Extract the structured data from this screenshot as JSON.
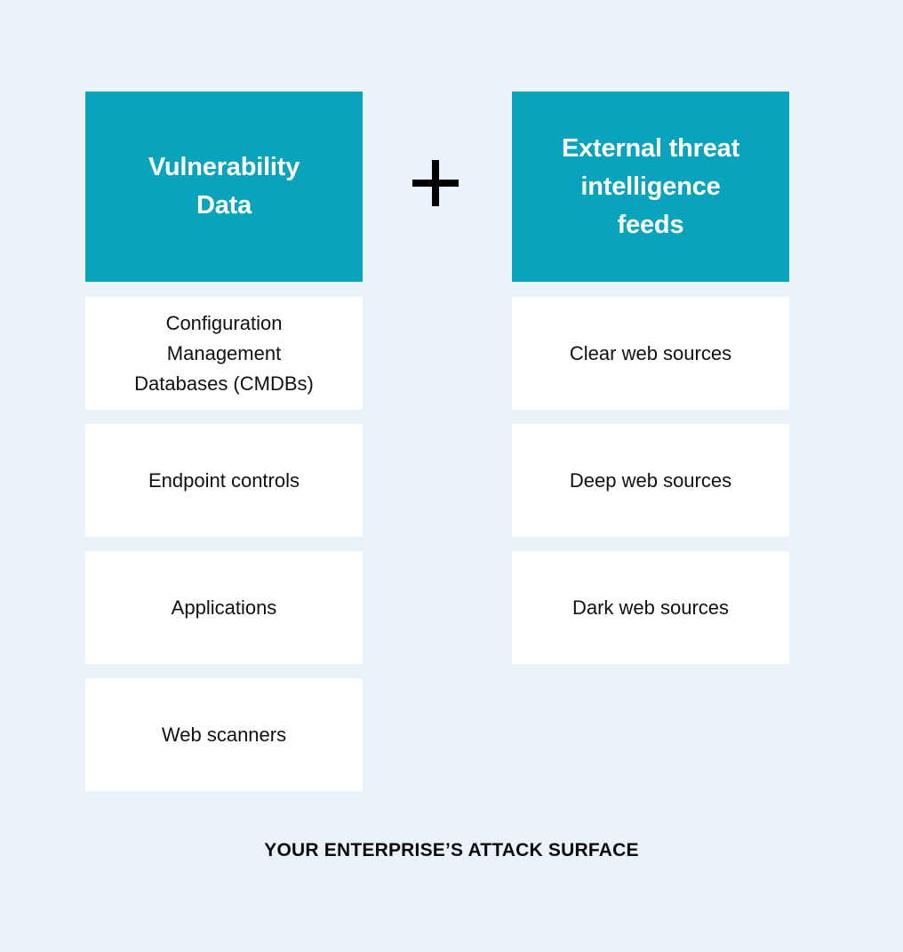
{
  "colors": {
    "background": "#eaf2fa",
    "accent_teal": "#0aa3bd",
    "card_background": "#ffffff",
    "header_text": "#ffffff",
    "body_text": "#111111",
    "caption_text": "#0b0b0b",
    "plus_sign": "#000000"
  },
  "columns": {
    "left": {
      "header": "Vulnerability Data",
      "header_lines": [
        "Vulnerability",
        "Data"
      ],
      "items": [
        {
          "label": "Configuration Management Databases (CMDBs)",
          "lines": [
            "Configuration",
            "Management",
            "Databases (CMDBs)"
          ]
        },
        {
          "label": "Endpoint controls",
          "lines": [
            "Endpoint controls"
          ]
        },
        {
          "label": "Applications",
          "lines": [
            "Applications"
          ]
        },
        {
          "label": "Web scanners",
          "lines": [
            "Web scanners"
          ]
        }
      ]
    },
    "right": {
      "header": "External threat intelligence feeds",
      "header_lines": [
        "External threat",
        "intelligence",
        "feeds"
      ],
      "items": [
        {
          "label": "Clear web sources",
          "lines": [
            "Clear web sources"
          ]
        },
        {
          "label": "Deep web sources",
          "lines": [
            "Deep web sources"
          ]
        },
        {
          "label": "Dark web sources",
          "lines": [
            "Dark web sources"
          ]
        }
      ]
    }
  },
  "operator": {
    "symbol": "+",
    "icon": "plus-icon"
  },
  "caption": "YOUR ENTERPRISE’S ATTACK SURFACE"
}
